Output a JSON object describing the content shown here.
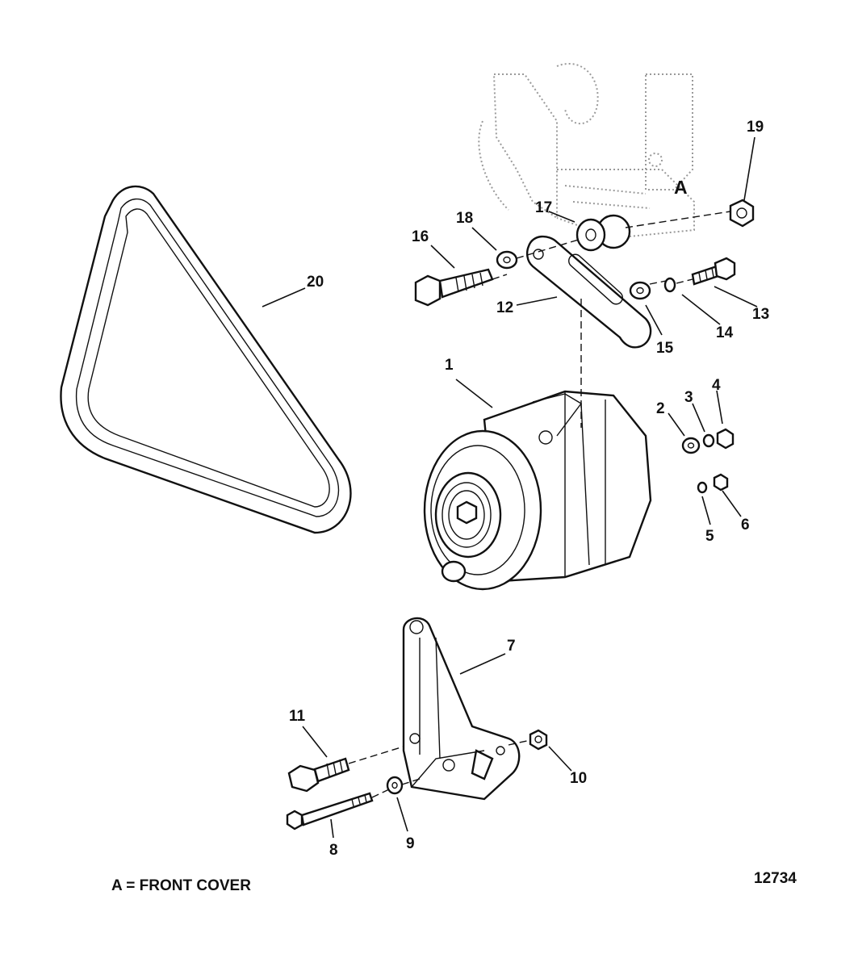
{
  "callouts": {
    "c1": "1",
    "c2": "2",
    "c3": "3",
    "c4": "4",
    "c5": "5",
    "c6": "6",
    "c7": "7",
    "c8": "8",
    "c9": "9",
    "c10": "10",
    "c11": "11",
    "c12": "12",
    "c13": "13",
    "c14": "14",
    "c15": "15",
    "c16": "16",
    "c17": "17",
    "c18": "18",
    "c19": "19",
    "c20": "20"
  },
  "reference_letter": "A",
  "legend": "A = FRONT COVER",
  "figure_number": "12734",
  "colors": {
    "ink": "#111111",
    "ghost": "#9a9a9a",
    "background": "#ffffff"
  }
}
